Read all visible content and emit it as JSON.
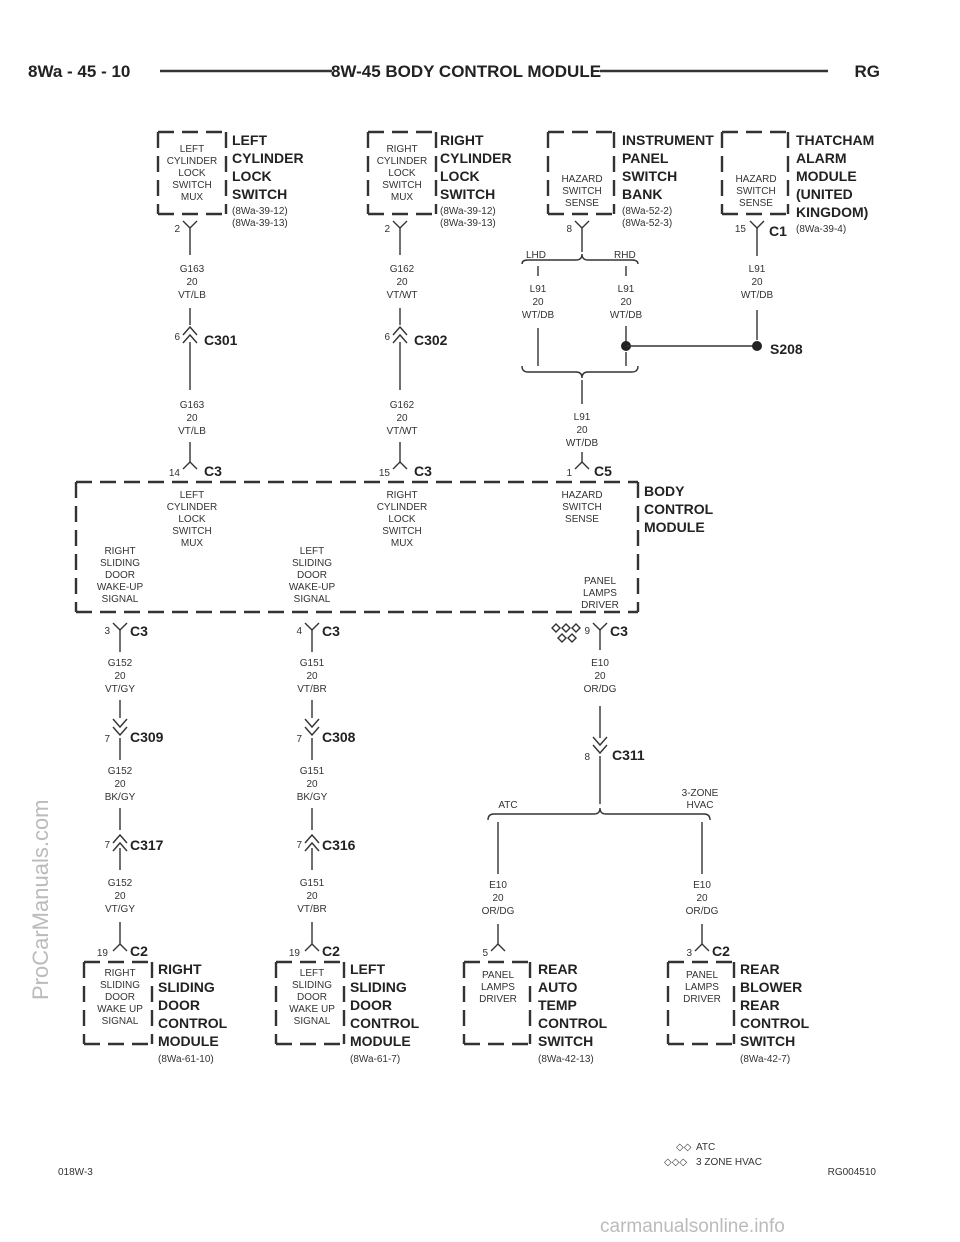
{
  "header": {
    "left": "8Wa - 45 - 10",
    "title": "8W-45 BODY CONTROL MODULE",
    "right": "RG"
  },
  "watermark": {
    "side": "ProCarManuals.com",
    "bottom": "carmanualsonline.info"
  },
  "footer": {
    "left": "018W-3",
    "right": "RG004510"
  },
  "legend": [
    {
      "symbol": "◇◇",
      "label": "ATC"
    },
    {
      "symbol": "◇◇◇",
      "label": "3 ZONE HVAC"
    }
  ],
  "top_components": [
    {
      "inner": [
        "LEFT",
        "CYLINDER",
        "LOCK",
        "SWITCH",
        "MUX"
      ],
      "name": [
        "LEFT",
        "CYLINDER",
        "LOCK",
        "SWITCH"
      ],
      "refs": [
        "(8Wa-39-12)",
        "(8Wa-39-13)"
      ],
      "pin": "2",
      "wire1": [
        "G163",
        "20",
        "VT/LB"
      ],
      "conn_pin": "6",
      "conn": "C301",
      "wire2": [
        "G163",
        "20",
        "VT/LB"
      ],
      "bcm_pin": "14",
      "bcm_conn": "C3"
    },
    {
      "inner": [
        "RIGHT",
        "CYLINDER",
        "LOCK",
        "SWITCH",
        "MUX"
      ],
      "name": [
        "RIGHT",
        "CYLINDER",
        "LOCK",
        "SWITCH"
      ],
      "refs": [
        "(8Wa-39-12)",
        "(8Wa-39-13)"
      ],
      "pin": "2",
      "wire1": [
        "G162",
        "20",
        "VT/WT"
      ],
      "conn_pin": "6",
      "conn": "C302",
      "wire2": [
        "G162",
        "20",
        "VT/WT"
      ],
      "bcm_pin": "15",
      "bcm_conn": "C3"
    },
    {
      "inner": [
        "HAZARD",
        "SWITCH",
        "SENSE"
      ],
      "name": [
        "INSTRUMENT",
        "PANEL",
        "SWITCH",
        "BANK"
      ],
      "refs": [
        "(8Wa-52-2)",
        "(8Wa-52-3)"
      ],
      "pin": "8"
    },
    {
      "inner": [
        "HAZARD",
        "SWITCH",
        "SENSE"
      ],
      "name": [
        "THATCHAM",
        "ALARM",
        "MODULE",
        "(UNITED",
        "KINGDOM)"
      ],
      "refs": [
        "(8Wa-39-4)"
      ],
      "pin": "15",
      "conn": "C1"
    }
  ],
  "hazard": {
    "lhd": "LHD",
    "rhd": "RHD",
    "wire_lhd": [
      "L91",
      "20",
      "WT/DB"
    ],
    "wire_rhd": [
      "L91",
      "20",
      "WT/DB"
    ],
    "wire_alarm": [
      "L91",
      "20",
      "WT/DB"
    ],
    "splice": "S208",
    "wire_bcm": [
      "L91",
      "20",
      "WT/DB"
    ],
    "bcm_pin": "1",
    "bcm_conn": "C5"
  },
  "bcm": {
    "name": [
      "BODY",
      "CONTROL",
      "MODULE"
    ],
    "pins_top": [
      [
        "LEFT",
        "CYLINDER",
        "LOCK",
        "SWITCH",
        "MUX"
      ],
      [
        "RIGHT",
        "CYLINDER",
        "LOCK",
        "SWITCH",
        "MUX"
      ],
      [
        "HAZARD",
        "SWITCH",
        "SENSE"
      ]
    ],
    "pins_bottom": [
      [
        "RIGHT",
        "SLIDING",
        "DOOR",
        "WAKE-UP",
        "SIGNAL"
      ],
      [
        "LEFT",
        "SLIDING",
        "DOOR",
        "WAKE-UP",
        "SIGNAL"
      ],
      [
        "PANEL",
        "LAMPS",
        "DRIVER"
      ]
    ]
  },
  "bottom_left": [
    {
      "bcm_pin": "3",
      "bcm_conn": "C3",
      "w1": [
        "G152",
        "20",
        "VT/GY"
      ],
      "c1_pin": "7",
      "c1": "C309",
      "w2": [
        "G152",
        "20",
        "BK/GY"
      ],
      "c2_pin": "7",
      "c2": "C317",
      "w3": [
        "G152",
        "20",
        "VT/GY"
      ],
      "pin": "19",
      "conn": "C2",
      "inner": [
        "RIGHT",
        "SLIDING",
        "DOOR",
        "WAKE UP",
        "SIGNAL"
      ],
      "name": [
        "RIGHT",
        "SLIDING",
        "DOOR",
        "CONTROL",
        "MODULE"
      ],
      "ref": "(8Wa-61-10)"
    },
    {
      "bcm_pin": "4",
      "bcm_conn": "C3",
      "w1": [
        "G151",
        "20",
        "VT/BR"
      ],
      "c1_pin": "7",
      "c1": "C308",
      "w2": [
        "G151",
        "20",
        "BK/GY"
      ],
      "c2_pin": "7",
      "c2": "C316",
      "w3": [
        "G151",
        "20",
        "VT/BR"
      ],
      "pin": "19",
      "conn": "C2",
      "inner": [
        "LEFT",
        "SLIDING",
        "DOOR",
        "WAKE UP",
        "SIGNAL"
      ],
      "name": [
        "LEFT",
        "SLIDING",
        "DOOR",
        "CONTROL",
        "MODULE"
      ],
      "ref": "(8Wa-61-7)"
    }
  ],
  "panel_lamps": {
    "bcm_pin": "9",
    "bcm_conn": "C3",
    "w1": [
      "E10",
      "20",
      "OR/DG"
    ],
    "c_pin": "8",
    "conn": "C311",
    "atc": "ATC",
    "zone3": [
      "3-ZONE",
      "HVAC"
    ],
    "branches": [
      {
        "wire": [
          "E10",
          "20",
          "OR/DG"
        ],
        "pin": "5",
        "conn": "",
        "inner": [
          "PANEL",
          "LAMPS",
          "DRIVER"
        ],
        "name": [
          "REAR",
          "AUTO",
          "TEMP",
          "CONTROL",
          "SWITCH"
        ],
        "ref": "(8Wa-42-13)"
      },
      {
        "wire": [
          "E10",
          "20",
          "OR/DG"
        ],
        "pin": "3",
        "conn": "C2",
        "inner": [
          "PANEL",
          "LAMPS",
          "DRIVER"
        ],
        "name": [
          "REAR",
          "BLOWER",
          "REAR",
          "CONTROL",
          "SWITCH"
        ],
        "ref": "(8Wa-42-7)"
      }
    ]
  }
}
